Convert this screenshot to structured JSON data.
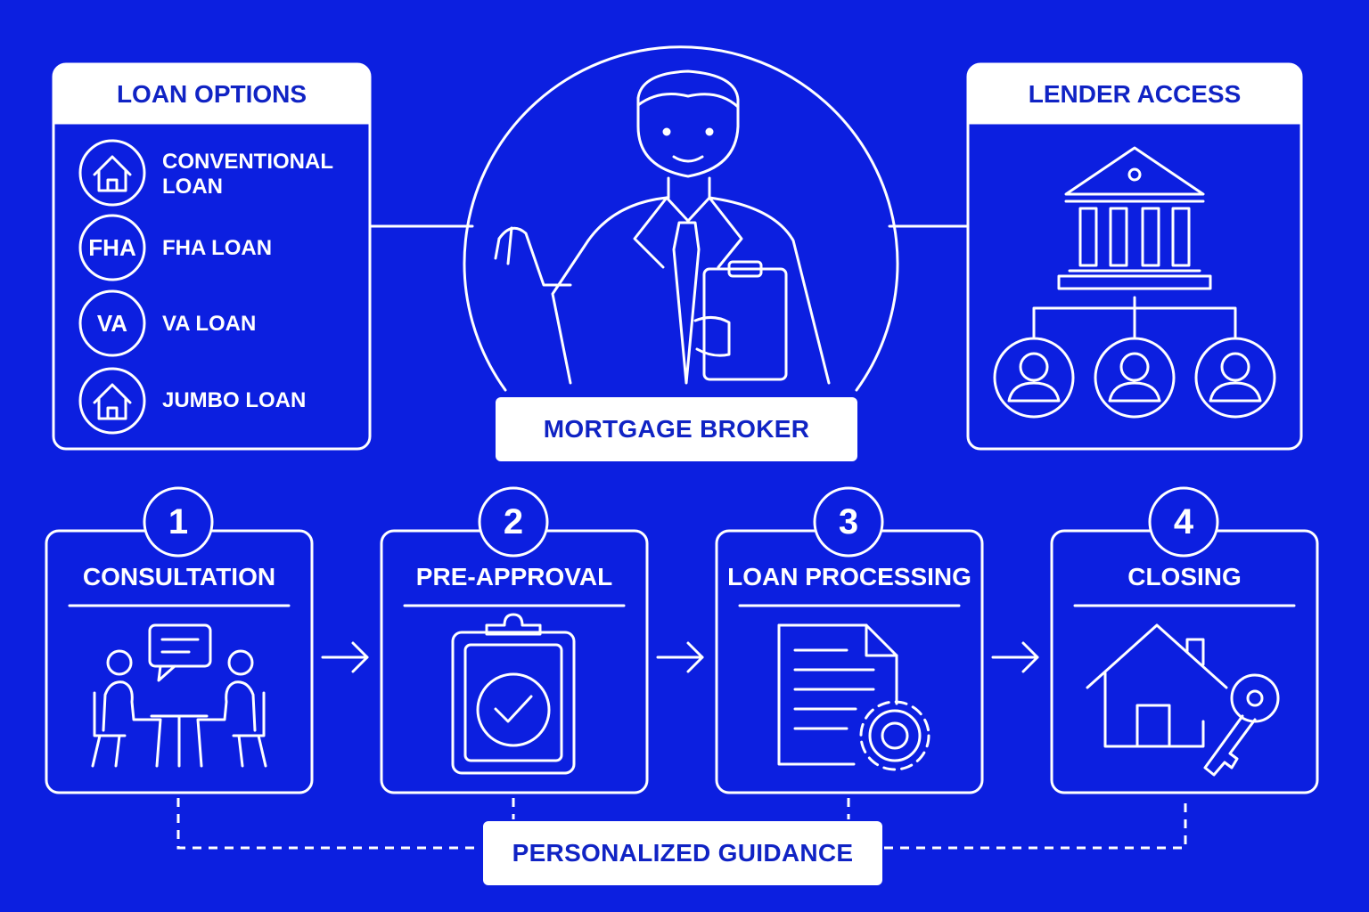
{
  "loan_options": {
    "title": "LOAN OPTIONS",
    "items": [
      {
        "icon": "house-icon",
        "label": "CONVENTIONAL LOAN"
      },
      {
        "icon": "fha-badge",
        "badge": "FHA",
        "label": "FHA LOAN"
      },
      {
        "icon": "va-badge",
        "badge": "VA",
        "label": "VA LOAN"
      },
      {
        "icon": "house-icon",
        "label": "JUMBO LOAN"
      }
    ]
  },
  "broker": {
    "label": "MORTGAGE BROKER",
    "icon": "broker-figure-icon"
  },
  "lender_access": {
    "title": "LENDER ACCESS",
    "icons": [
      "bank-icon",
      "person-icon",
      "person-icon",
      "person-icon"
    ]
  },
  "steps": [
    {
      "number": "1",
      "title": "CONSULTATION",
      "icon": "consultation-icon"
    },
    {
      "number": "2",
      "title": "PRE-APPROVAL",
      "icon": "clipboard-check-icon"
    },
    {
      "number": "3",
      "title": "LOAN PROCESSING",
      "icon": "document-gear-icon"
    },
    {
      "number": "4",
      "title": "CLOSING",
      "icon": "house-key-icon"
    }
  ],
  "footer": {
    "label": "PERSONALIZED GUIDANCE"
  },
  "colors": {
    "background": "#0c1fe0",
    "line": "#ffffff",
    "label_text": "#1023c4"
  }
}
